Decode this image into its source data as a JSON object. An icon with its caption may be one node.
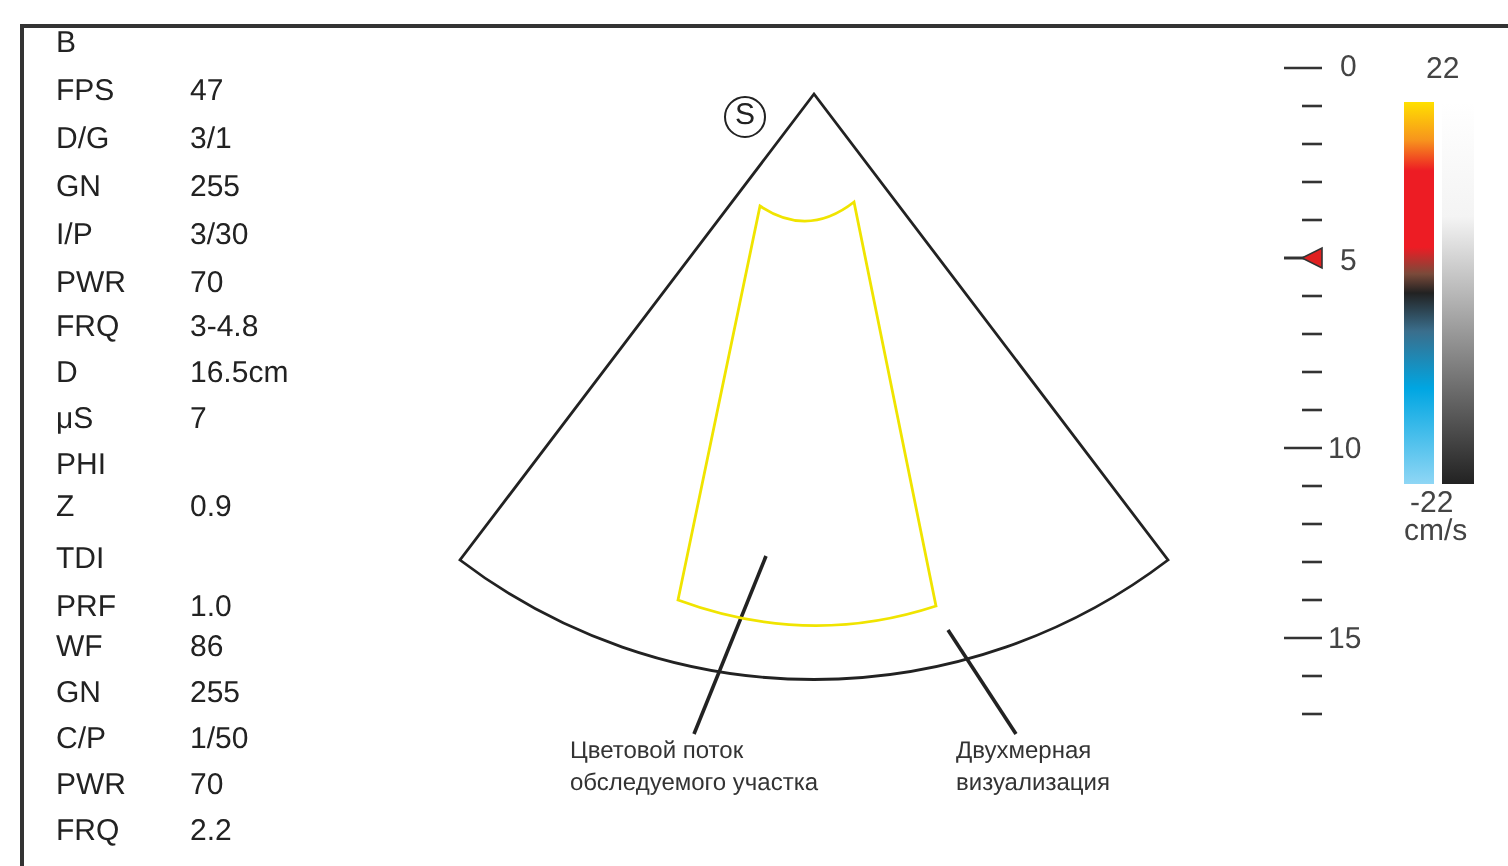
{
  "diagram": {
    "nodes": [
      {
        "text": [
          "S"
        ]
      },
      {
        "text": [],
        "shape": "sector"
      },
      {
        "text": [],
        "shape": "sector",
        "in": 1
      },
      {
        "text": [
          "Цветовой поток обследуемого участка"
        ]
      },
      {
        "text": [
          "Двухмерная визуализация"
        ]
      }
    ],
    "edges": [
      {
        "from": 3,
        "to": 2,
        "arrow": "none"
      },
      {
        "from": 4,
        "to": 1,
        "arrow": "none"
      }
    ],
    "labels": [
      "B",
      "FPS",
      "47",
      "D/G",
      "3/1",
      "GN",
      "255",
      "I/P",
      "3/30",
      "PWR",
      "70",
      "FRQ",
      "3-4.8",
      "D",
      "16.5cm",
      "μS",
      "7",
      "PHI",
      "Z",
      "0.9",
      "TDI",
      "PRF",
      "1.0",
      "WF",
      "86",
      "GN",
      "255",
      "C/P",
      "1/50",
      "PWR",
      "70",
      "FRQ",
      "2.2",
      "0",
      "22",
      "5",
      "10",
      "-22",
      "cm/s",
      "15"
    ]
  }
}
